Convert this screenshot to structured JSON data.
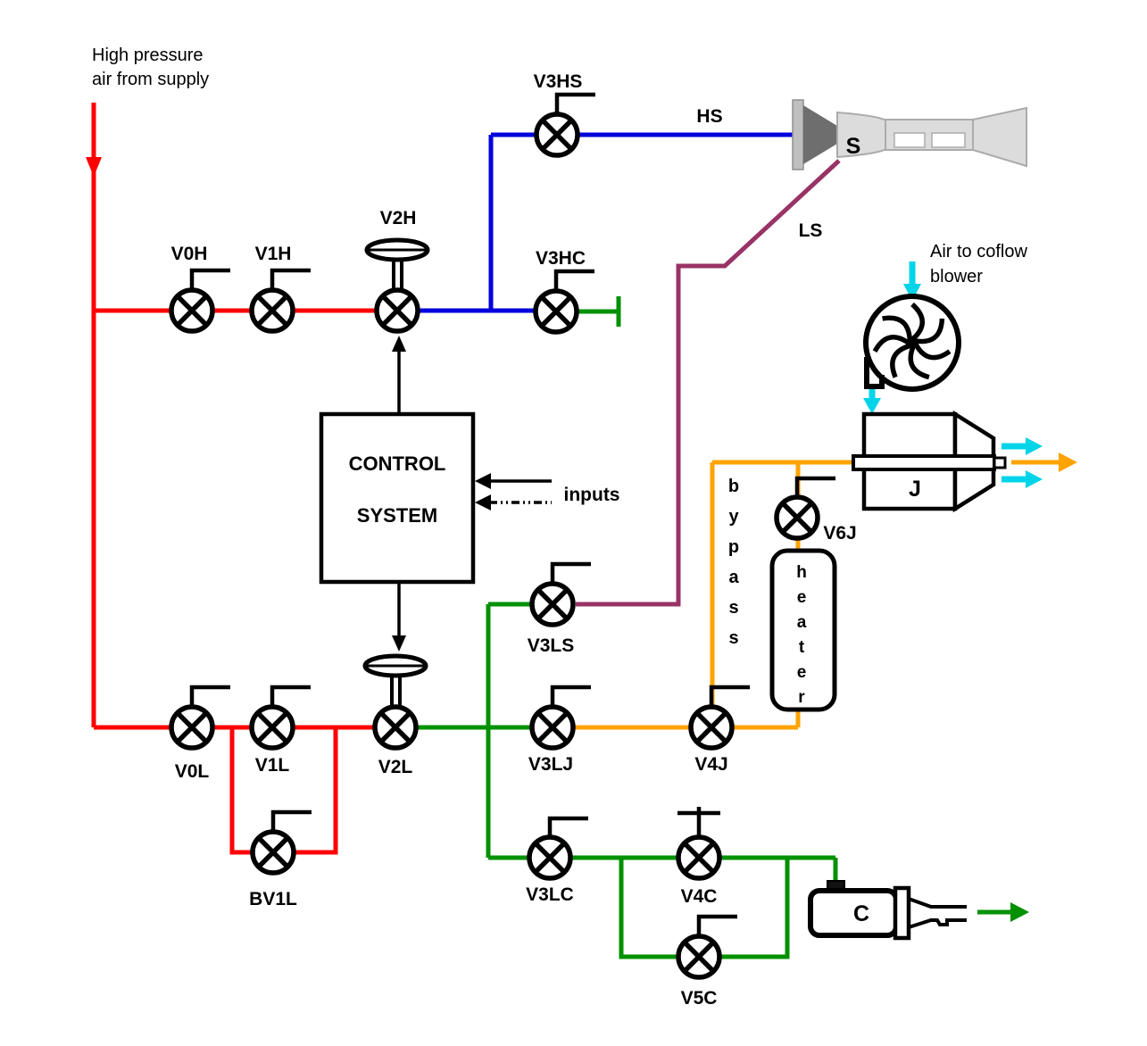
{
  "diagram": {
    "supply_label": [
      "High pressure",
      "air from supply"
    ],
    "coflow_label": [
      "Air to coflow",
      "blower"
    ],
    "control_box": [
      "CONTROL",
      "SYSTEM"
    ],
    "inputs_label": "inputs",
    "stream_labels": {
      "hs": "HS",
      "ls": "LS",
      "s": "S",
      "j": "J",
      "c": "C"
    },
    "bypass_letters": [
      "b",
      "y",
      "p",
      "a",
      "s",
      "s"
    ],
    "heater_letters": [
      "h",
      "e",
      "a",
      "t",
      "e",
      "r"
    ],
    "valves": {
      "v0h": "V0H",
      "v1h": "V1H",
      "v2h": "V2H",
      "v3hs": "V3HS",
      "v3hc": "V3HC",
      "v0l": "V0L",
      "v1l": "V1L",
      "v2l": "V2L",
      "bv1l": "BV1L",
      "v3ls": "V3LS",
      "v3lj": "V3LJ",
      "v4j": "V4J",
      "v6j": "V6J",
      "v3lc": "V3LC",
      "v4c": "V4C",
      "v5c": "V5C"
    },
    "colors": {
      "supply_red": "#ff0000",
      "high_blue": "#0000dd",
      "low_green": "#009100",
      "jet_orange": "#ffa300",
      "sense_purple": "#993366",
      "air_cyan": "#00d4e8"
    }
  }
}
